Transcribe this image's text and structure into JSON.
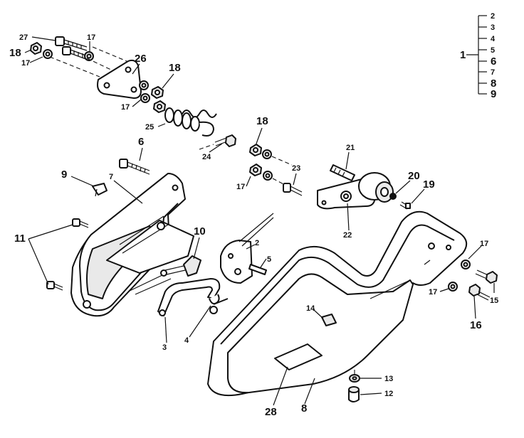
{
  "callouts": {
    "c1": "1",
    "c2": "2",
    "c3": "3",
    "c4": "4",
    "c5": "5",
    "c6": "6",
    "c7": "7",
    "c8": "8",
    "c9": "9",
    "c10": "10",
    "c11": "11",
    "c12": "12",
    "c13": "13",
    "c14": "14",
    "c15": "15",
    "c16": "16",
    "c17": "17",
    "c18": "18",
    "c19": "19",
    "c20": "20",
    "c21": "21",
    "c22": "22",
    "c23": "23",
    "c24": "24",
    "c25": "25",
    "c26": "26",
    "c27": "27",
    "c28": "28"
  },
  "kit_legend": {
    "assembly": "1",
    "items": [
      "2",
      "3",
      "4",
      "5",
      "6",
      "7",
      "8",
      "9"
    ]
  }
}
